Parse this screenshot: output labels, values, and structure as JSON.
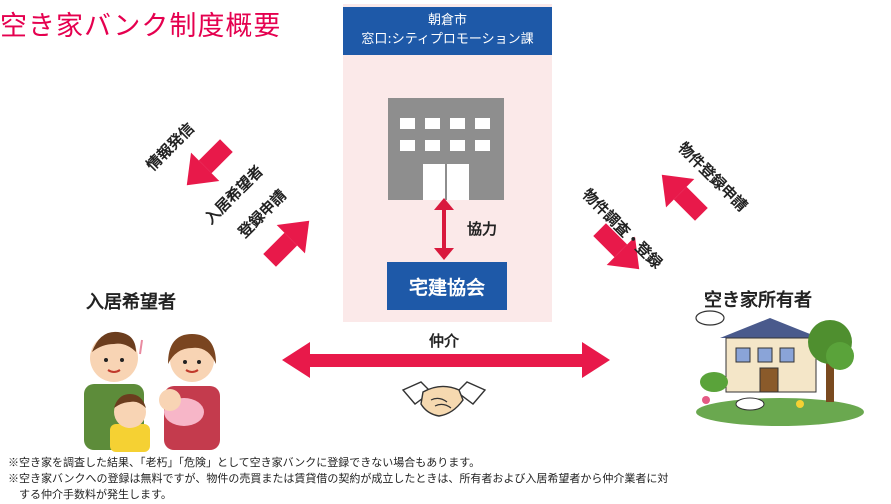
{
  "title": "空き家バンク制度概要",
  "city": {
    "name": "朝倉市",
    "window": "窓口:シティプロモーション課"
  },
  "association": "宅建協会",
  "labels": {
    "kyoryoku": "協力",
    "chukai": "仲介",
    "joho_hasshin": "情報発信",
    "nyukyo_apply_line1": "入居希望者",
    "nyukyo_apply_line2": "登録申請",
    "bukken_apply": "物件登録申請",
    "bukken_survey": "物件調査・登録"
  },
  "parties": {
    "left": "入居希望者",
    "right": "空き家所有者"
  },
  "notes": [
    "※空き家を調査した結果、「老朽」「危険」として空き家バンクに登録できない場合もあります。",
    "※空き家バンクへの登録は無料ですが、物件の売買または賃貸借の契約が成立したときは、所有者および入居希望者から仲介業者に対",
    "　する仲介手数料が発生します。"
  ],
  "colors": {
    "accent": "#e5004f",
    "brand_blue": "#1e59a8",
    "panel": "#fbe9e9"
  }
}
